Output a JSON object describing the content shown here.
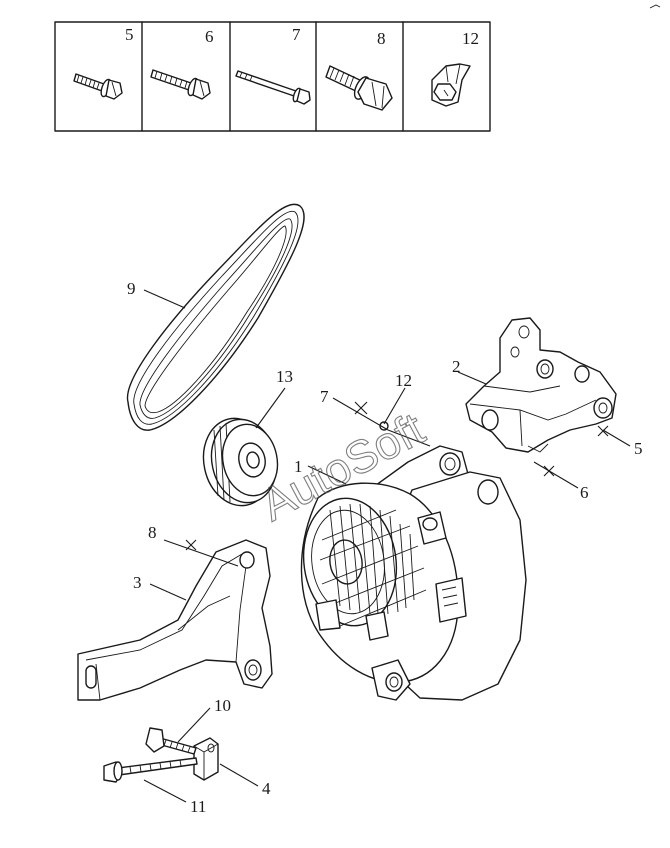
{
  "legend_box": {
    "cells": [
      {
        "number": "5",
        "icon": "flange-bolt-short"
      },
      {
        "number": "6",
        "icon": "flange-bolt-medium"
      },
      {
        "number": "7",
        "icon": "long-stud-bolt"
      },
      {
        "number": "8",
        "icon": "stud-bolt-with-collar"
      },
      {
        "number": "12",
        "icon": "flanged-nut"
      }
    ]
  },
  "callouts": {
    "c1": "1",
    "c3": "3",
    "c4": "4",
    "c5": "5",
    "c6": "6",
    "c7": "7",
    "c8": "8",
    "c9": "9",
    "c10": "10",
    "c11": "11",
    "c12": "12",
    "c13": "13"
  },
  "watermark": "AutoSoft",
  "colors": {
    "ink": "#1a1a1a",
    "background": "#ffffff"
  }
}
